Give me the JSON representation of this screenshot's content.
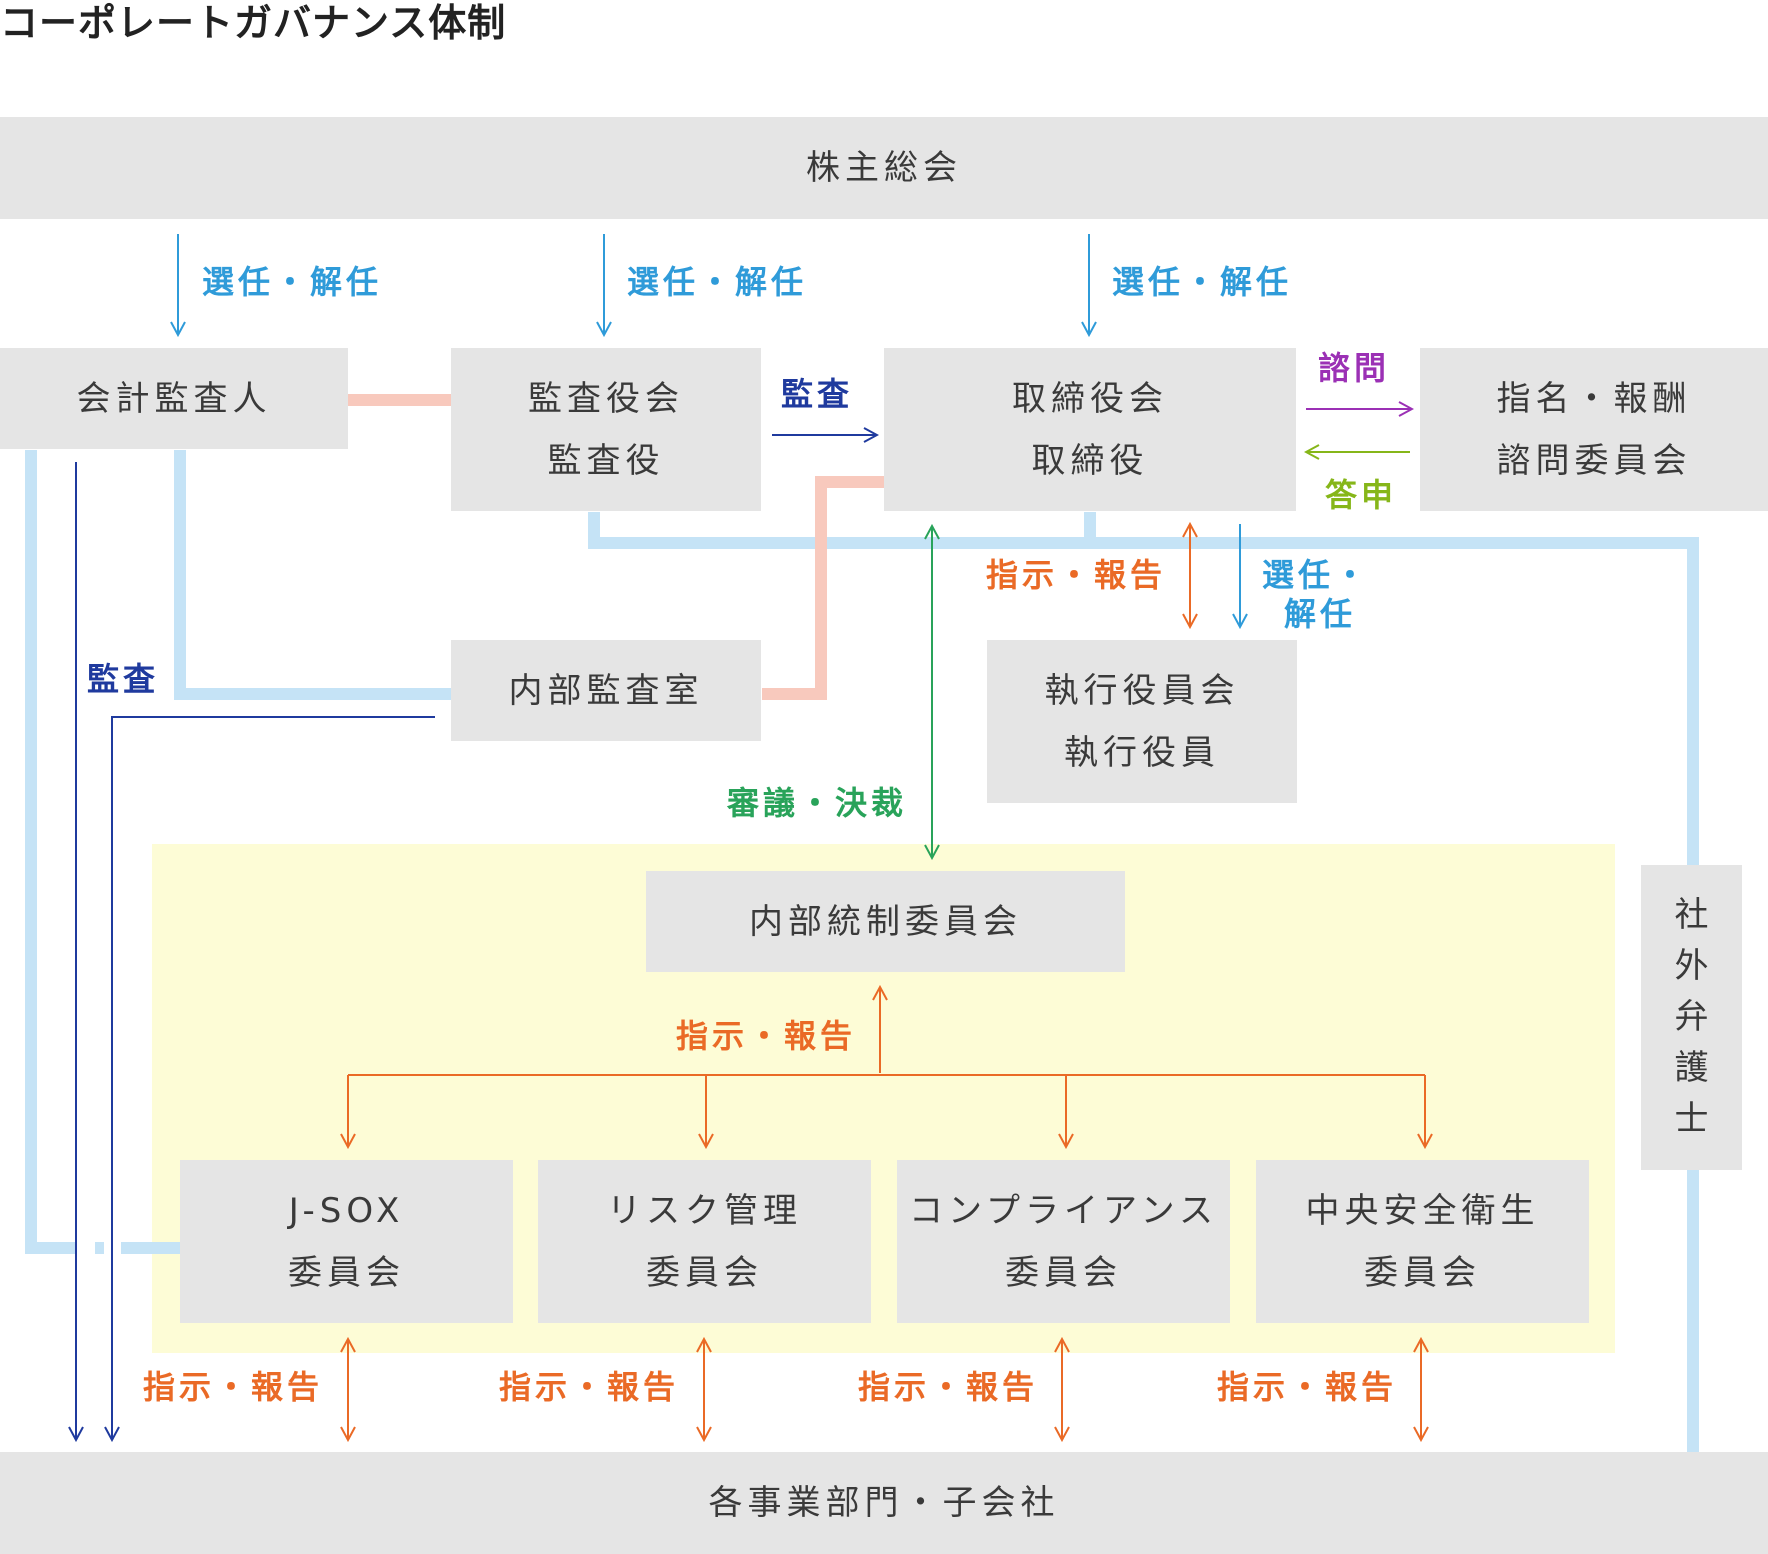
{
  "title": "コーポレートガバナンス体制",
  "colors": {
    "box": "#e5e5e5",
    "highlight": "#fdfcd6",
    "light_blue_line": "#c5e3f6",
    "pink_line": "#f8c9bd",
    "blue": "#2f9bd9",
    "navy": "#1f3a9e",
    "orange": "#ea6a26",
    "green": "#29a35a",
    "purple": "#9b30b5",
    "lime": "#86b619"
  },
  "boxes": {
    "shareholders": [
      "株主総会"
    ],
    "accounting_auditor": [
      "会計監査人"
    ],
    "audit_board": [
      "監査役会",
      "監査役"
    ],
    "board": [
      "取締役会",
      "取締役"
    ],
    "nomination": [
      "指名・報酬",
      "諮問委員会"
    ],
    "internal_audit": [
      "内部監査室"
    ],
    "executive": [
      "執行役員会",
      "執行役員"
    ],
    "internal_control": [
      "内部統制委員会"
    ],
    "jsox": [
      "J-SOX",
      "委員会"
    ],
    "risk": [
      "リスク管理",
      "委員会"
    ],
    "compliance": [
      "コンプライアンス",
      "委員会"
    ],
    "safety": [
      "中央安全衛生",
      "委員会"
    ],
    "lawyer": [
      "社",
      "外",
      "弁",
      "護",
      "士"
    ],
    "departments": [
      "各事業部門・子会社"
    ]
  },
  "labels": {
    "appoint_1": "選任・解任",
    "appoint_2": "選任・解任",
    "appoint_3": "選任・解任",
    "appoint_exec": [
      "選任・",
      "解任"
    ],
    "audit_board_to_board": "監査",
    "audit_left": "監査",
    "consult": "諮問",
    "answer": "答申",
    "instruct_exec": "指示・報告",
    "deliberate": "審議・決裁",
    "instruct_ic": "指示・報告",
    "instruct_bottom": [
      "指示・報告",
      "指示・報告",
      "指示・報告",
      "指示・報告"
    ]
  }
}
